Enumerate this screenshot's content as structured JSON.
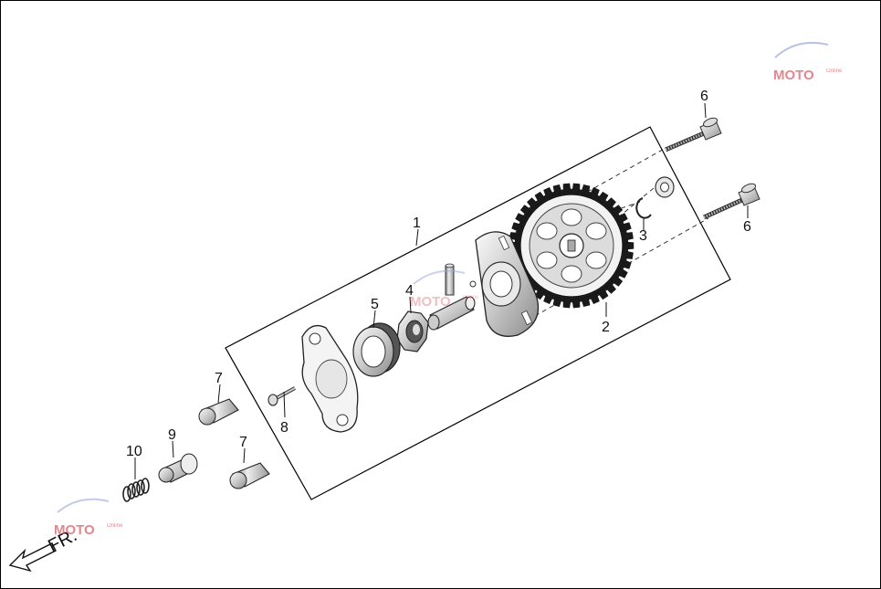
{
  "diagram": {
    "callouts": [
      {
        "id": "c1",
        "label": "1"
      },
      {
        "id": "c2",
        "label": "2"
      },
      {
        "id": "c3",
        "label": "3"
      },
      {
        "id": "c4",
        "label": "4"
      },
      {
        "id": "c5",
        "label": "5"
      },
      {
        "id": "c6a",
        "label": "6"
      },
      {
        "id": "c6b",
        "label": "6"
      },
      {
        "id": "c7a",
        "label": "7"
      },
      {
        "id": "c7b",
        "label": "7"
      },
      {
        "id": "c8",
        "label": "8"
      },
      {
        "id": "c9",
        "label": "9"
      },
      {
        "id": "c10",
        "label": "10"
      }
    ],
    "front_marker": "FR.",
    "watermark": {
      "brand": "MOTO",
      "sub": "Online"
    }
  }
}
